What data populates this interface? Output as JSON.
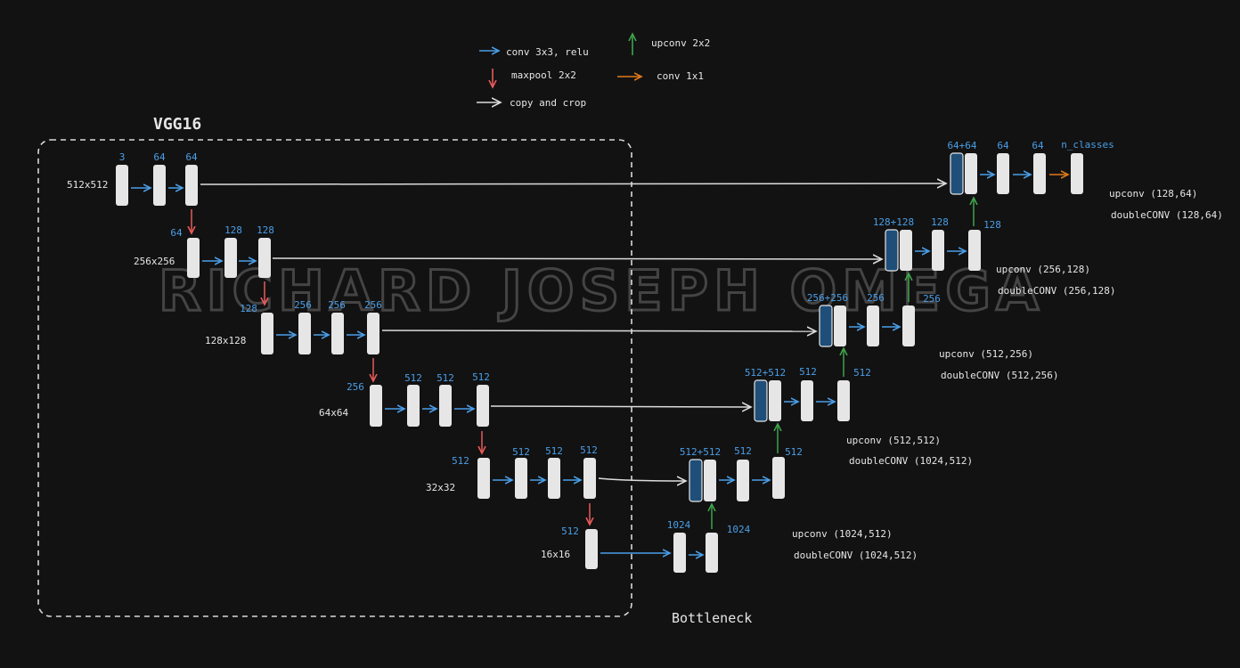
{
  "colors": {
    "background": "#121212",
    "conv": "#4a9ee8",
    "maxpool": "#e85a5a",
    "copy": "#dcdcdc",
    "upconv": "#3ea34a",
    "conv1x1": "#e07a1a",
    "channel_label": "#4a9ee8",
    "block_fill": "#e6e6e6",
    "upsampled_fill": "#1f4e78"
  },
  "legend": {
    "conv": "conv 3x3, relu",
    "maxpool": "maxpool 2x2",
    "copy": "copy and crop",
    "upconv": "upconv 2x2",
    "conv1x1": "conv 1x1"
  },
  "encoder_title": "VGG16",
  "bottleneck_title": "Bottleneck",
  "watermark": "RICHARD JOSEPH OMEGA",
  "encoder": [
    {
      "size": "512x512",
      "channels": [
        "3",
        "64",
        "64"
      ]
    },
    {
      "size": "256x256",
      "channels": [
        "64",
        "128",
        "128"
      ]
    },
    {
      "size": "128x128",
      "channels": [
        "128",
        "256",
        "256",
        "256"
      ]
    },
    {
      "size": "64x64",
      "channels": [
        "256",
        "512",
        "512",
        "512"
      ]
    },
    {
      "size": "32x32",
      "channels": [
        "512",
        "512",
        "512",
        "512"
      ]
    },
    {
      "size": "16x16",
      "channels": [
        "512"
      ]
    }
  ],
  "bottleneck_channels": [
    "1024",
    "1024"
  ],
  "decoder": [
    {
      "channels": [
        "512+512",
        "512",
        "512"
      ],
      "upconv": "upconv (1024,512)",
      "double": "doubleCONV (1024,512)"
    },
    {
      "channels": [
        "512+512",
        "512",
        "512"
      ],
      "upconv": "upconv (512,512)",
      "double": "doubleCONV (1024,512)"
    },
    {
      "channels": [
        "256+256",
        "256",
        "256"
      ],
      "upconv": "upconv (512,256)",
      "double": "doubleCONV (512,256)"
    },
    {
      "channels": [
        "128+128",
        "128",
        "128"
      ],
      "upconv": "upconv (256,128)",
      "double": "doubleCONV (256,128)"
    },
    {
      "channels": [
        "64+64",
        "64",
        "64",
        "n_classes"
      ],
      "upconv": "upconv (128,64)",
      "double": "doubleCONV (128,64)"
    }
  ]
}
